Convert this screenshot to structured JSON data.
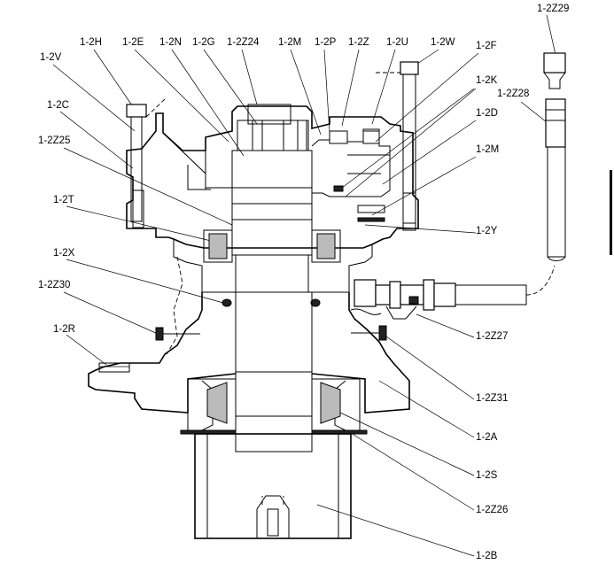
{
  "labels": [
    {
      "id": "1-2Z29",
      "text": "1-2Z29"
    },
    {
      "id": "1-2H",
      "text": "1-2H"
    },
    {
      "id": "1-2E",
      "text": "1-2E"
    },
    {
      "id": "1-2N",
      "text": "1-2N"
    },
    {
      "id": "1-2G",
      "text": "1-2G"
    },
    {
      "id": "1-2Z24",
      "text": "1-2Z24"
    },
    {
      "id": "1-2M-top",
      "text": "1-2M"
    },
    {
      "id": "1-2P",
      "text": "1-2P"
    },
    {
      "id": "1-2Z",
      "text": "1-2Z"
    },
    {
      "id": "1-2U",
      "text": "1-2U"
    },
    {
      "id": "1-2W",
      "text": "1-2W"
    },
    {
      "id": "1-2F",
      "text": "1-2F"
    },
    {
      "id": "1-2V",
      "text": "1-2V"
    },
    {
      "id": "1-2K",
      "text": "1-2K"
    },
    {
      "id": "1-2Z28",
      "text": "1-2Z28"
    },
    {
      "id": "1-2C",
      "text": "1-2C"
    },
    {
      "id": "1-2D",
      "text": "1-2D"
    },
    {
      "id": "1-2Z25",
      "text": "1-2Z25"
    },
    {
      "id": "1-2M-right",
      "text": "1-2M"
    },
    {
      "id": "1-2T",
      "text": "1-2T"
    },
    {
      "id": "1-2Y",
      "text": "1-2Y"
    },
    {
      "id": "1-2X",
      "text": "1-2X"
    },
    {
      "id": "1-2Z30",
      "text": "1-2Z30"
    },
    {
      "id": "1-2Z27",
      "text": "1-2Z27"
    },
    {
      "id": "1-2R",
      "text": "1-2R"
    },
    {
      "id": "1-2Z31",
      "text": "1-2Z31"
    },
    {
      "id": "1-2A",
      "text": "1-2A"
    },
    {
      "id": "1-2S",
      "text": "1-2S"
    },
    {
      "id": "1-2Z26",
      "text": "1-2Z26"
    },
    {
      "id": "1-2B",
      "text": "1-2B"
    }
  ]
}
